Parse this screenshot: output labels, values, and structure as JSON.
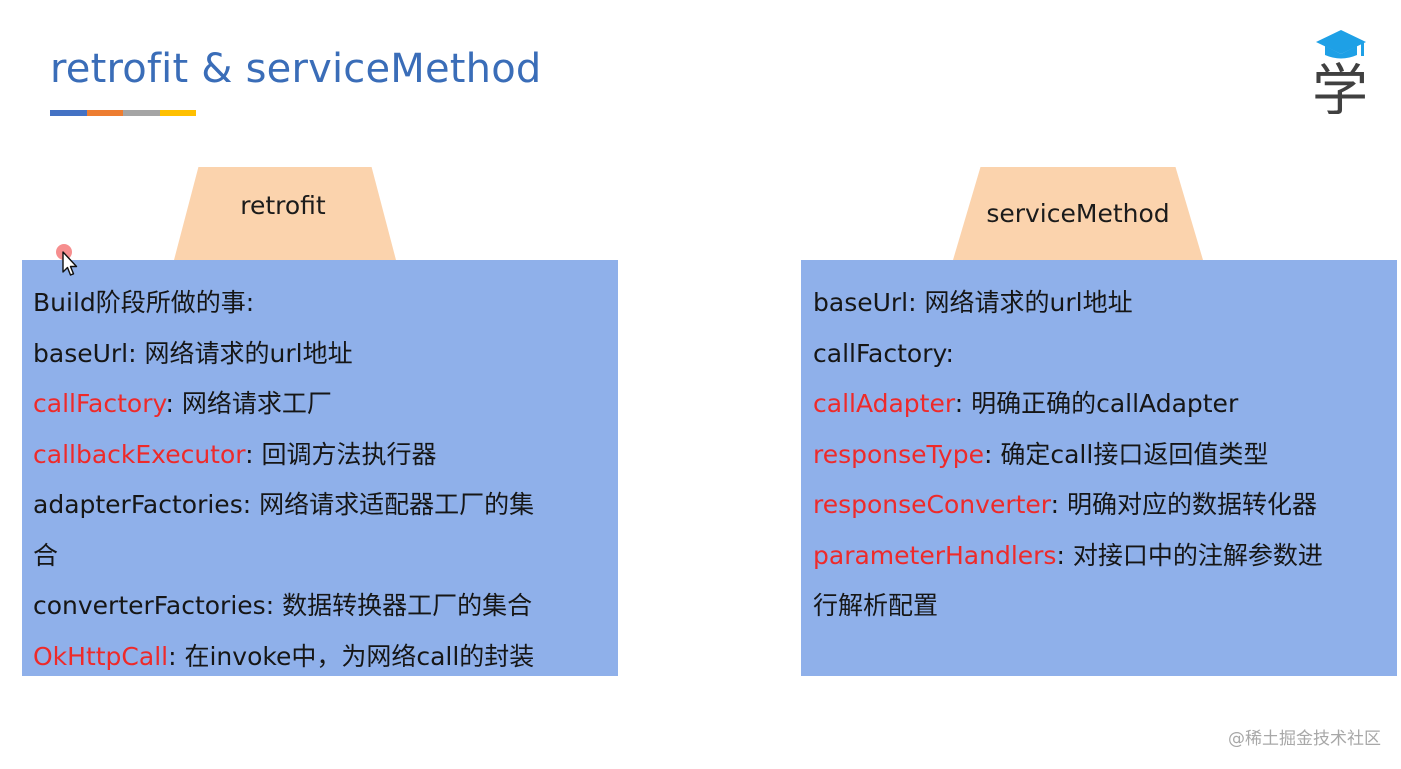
{
  "slide": {
    "title": "retrofit & serviceMethod",
    "underline_colors": [
      "#4472c4",
      "#ed7d31",
      "#a5a5a5",
      "#ffc000"
    ],
    "logo_icon": "graduation-cap-logo-icon",
    "logo_text": "学",
    "watermark": "@稀土掘金技术社区"
  },
  "colors": {
    "title": "#3a6db8",
    "tab": "#fbd3ad",
    "panel": "#8fb0ea",
    "highlight": "#ee2a2a"
  },
  "left": {
    "tab_label": "retrofit",
    "lines": [
      {
        "key": "Build阶段所做的事",
        "sep": ":",
        "text": "",
        "red": false
      },
      {
        "key": "baseUrl",
        "sep": ":",
        "text": "网络请求的url地址",
        "red": false
      },
      {
        "key": "callFactory",
        "sep": ":",
        "text": "网络请求工厂",
        "red": true
      },
      {
        "key": "callbackExecutor",
        "sep": ":",
        "text": "回调方法执行器",
        "red": true
      },
      {
        "key": "adapterFactories",
        "sep": ":",
        "text": "网络请求适配器工厂的集",
        "red": false
      },
      {
        "key": "",
        "sep": "",
        "text": "合",
        "red": false
      },
      {
        "key": "converterFactories",
        "sep": ":",
        "text": "数据转换器工厂的集合",
        "red": false
      },
      {
        "key": "OkHttpCall",
        "sep": ":",
        "text": "在invoke中，为网络call的封装",
        "red": true
      }
    ]
  },
  "right": {
    "tab_label": "serviceMethod",
    "lines": [
      {
        "key": "baseUrl",
        "sep": ":",
        "text": "网络请求的url地址",
        "red": false
      },
      {
        "key": "callFactory",
        "sep": ":",
        "text": "",
        "red": false
      },
      {
        "key": "callAdapter",
        "sep": ":",
        "text": "明确正确的callAdapter",
        "red": true
      },
      {
        "key": "responseType",
        "sep": ":",
        "text": "确定call接口返回值类型",
        "red": true
      },
      {
        "key": "responseConverter",
        "sep": ":",
        "text": "明确对应的数据转化器",
        "red": true
      },
      {
        "key": "parameterHandlers",
        "sep": ":",
        "text": "对接口中的注解参数进",
        "red": true
      },
      {
        "key": "",
        "sep": "",
        "text": "行解析配置",
        "red": false
      }
    ]
  }
}
